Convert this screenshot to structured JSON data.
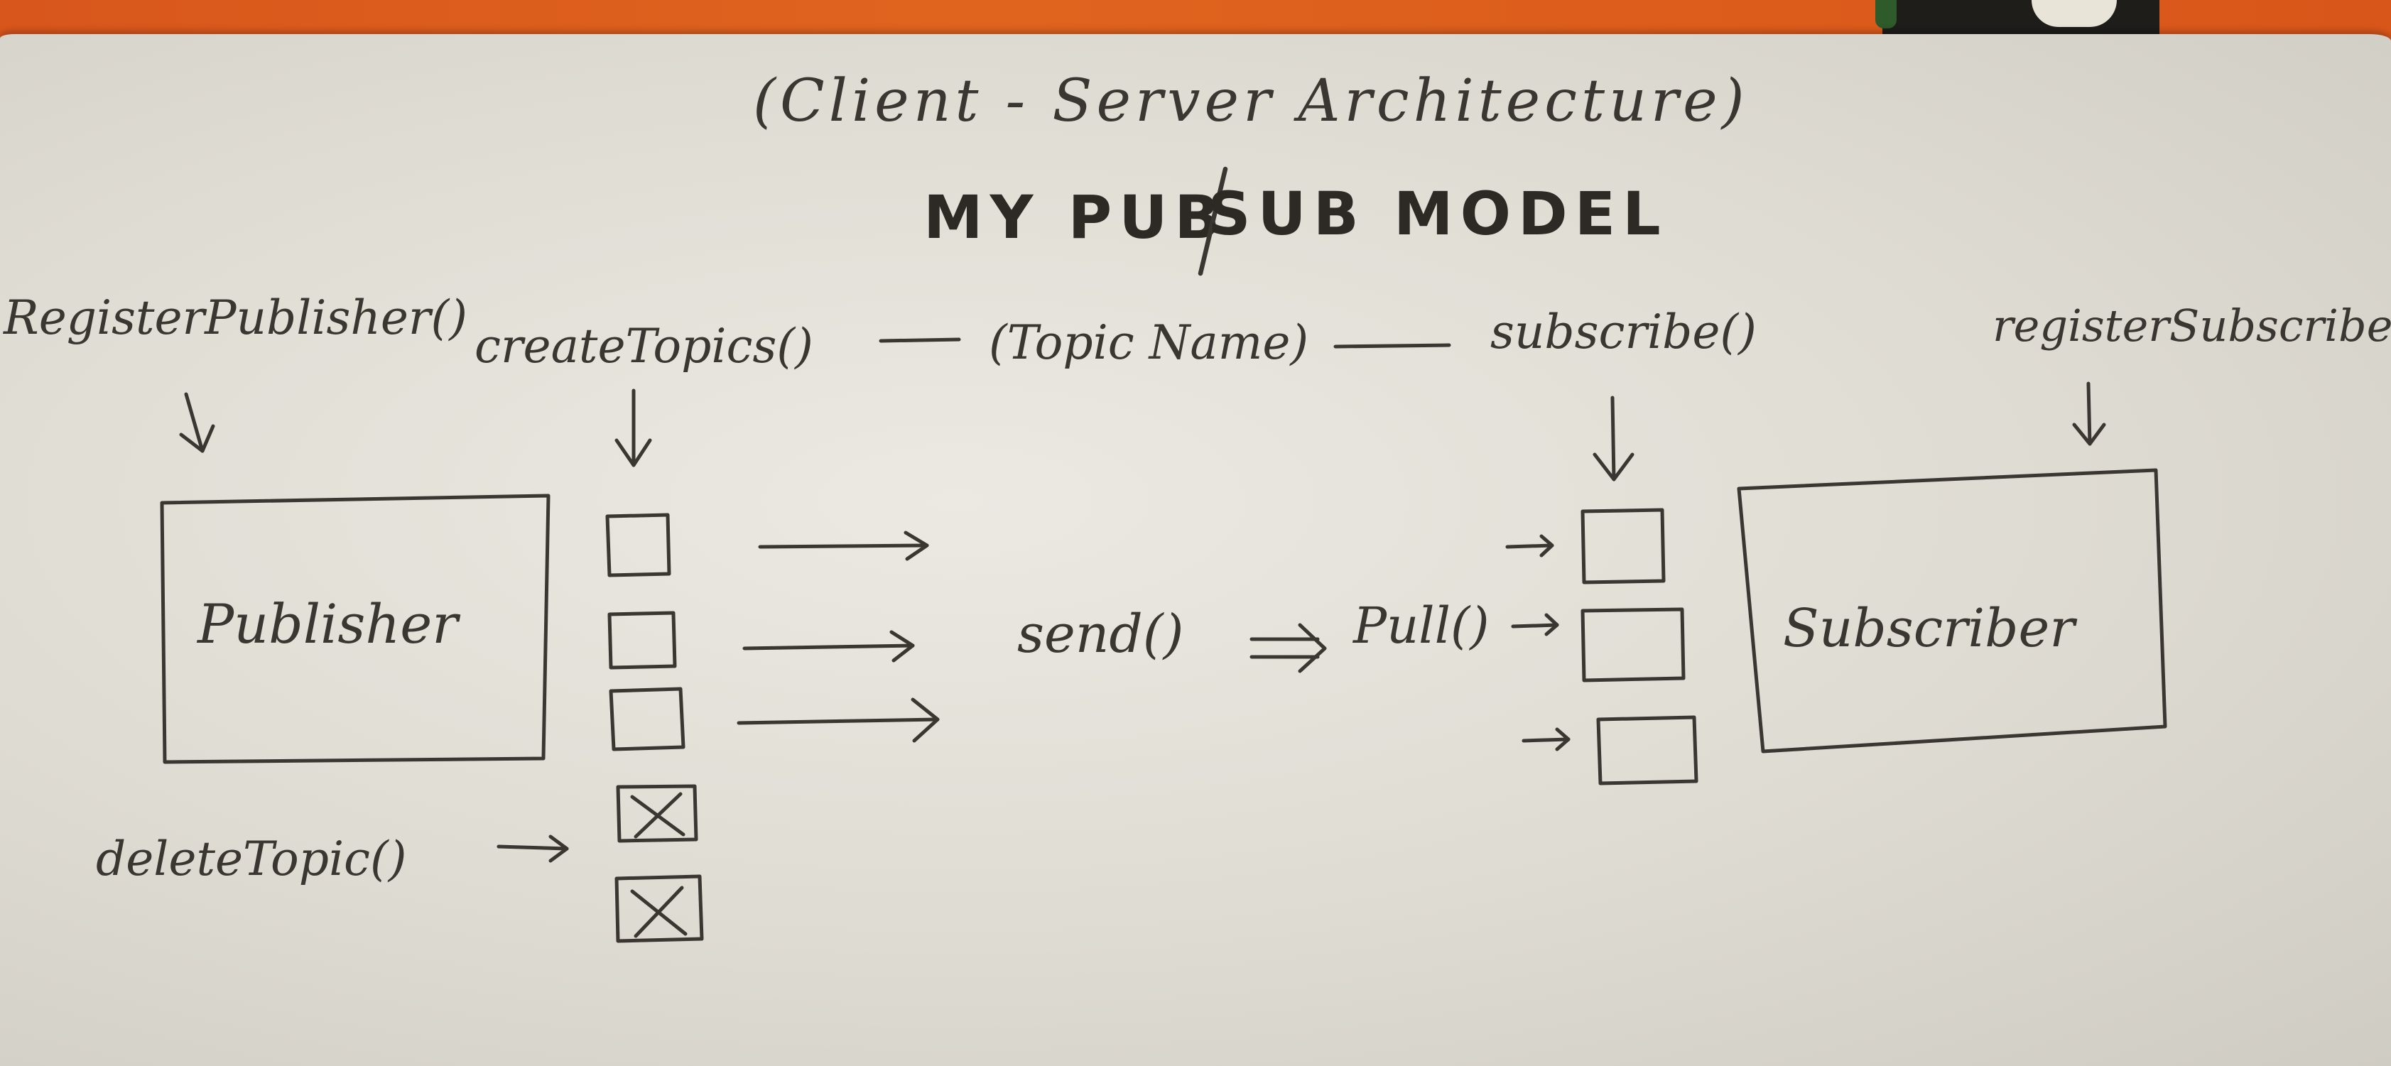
{
  "diagram": {
    "subtitle": "(Client - Server Architecture)",
    "title_left": "MY PUB",
    "title_right": "SUB MODEL",
    "labels": {
      "register_publisher": "RegisterPublisher()",
      "create_topics": "createTopics()",
      "topic_name": "(Topic Name)",
      "subscribe": "subscribe()",
      "register_subscriber": "registerSubscriber",
      "send": "send()",
      "pull": "Pull()",
      "delete_topic": "deleteTopic()"
    },
    "nodes": {
      "publisher": "Publisher",
      "subscriber": "Subscriber"
    },
    "topic_queues": {
      "publisher_side_active": 3,
      "publisher_side_deleted": 2,
      "subscriber_side": 3
    },
    "colors": {
      "ink": "#3b3631",
      "paper": "#e6e3db",
      "background_strip": "#d8561c"
    }
  }
}
